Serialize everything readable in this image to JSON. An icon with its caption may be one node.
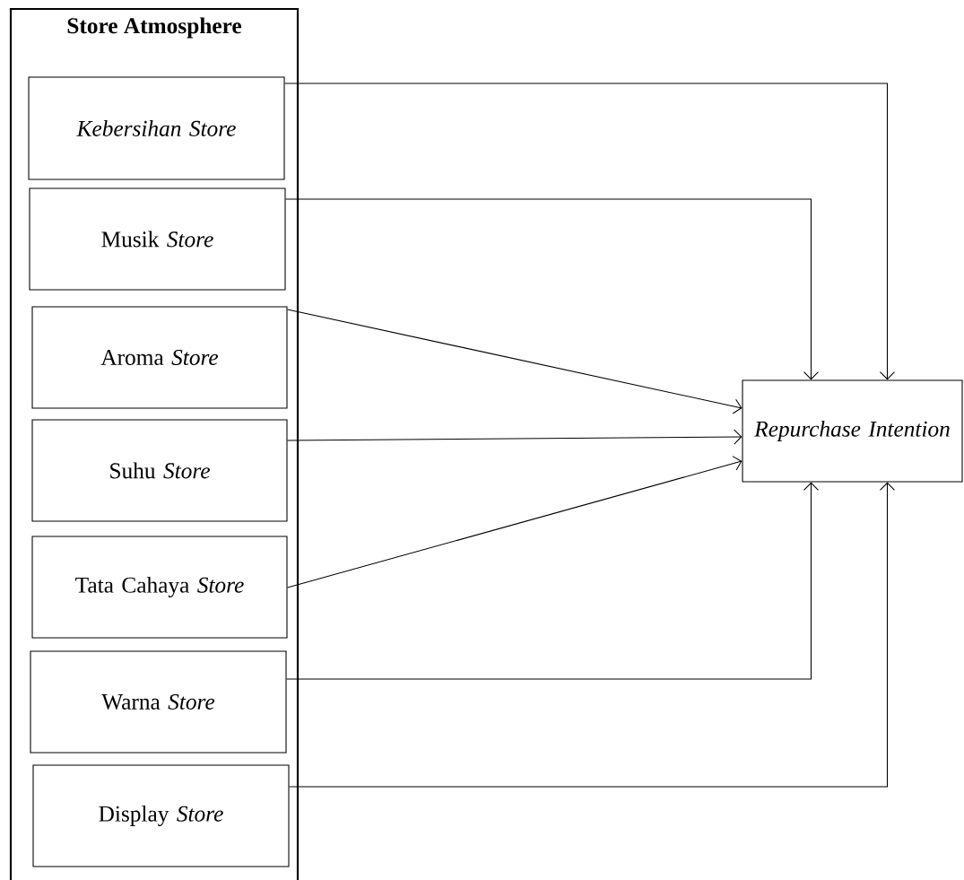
{
  "diagram": {
    "nodes": [
      {
        "text": [
          "Store Atmosphere"
        ]
      },
      {
        "text": [
          "Kebersihan Store"
        ],
        "in": 0
      },
      {
        "text": [
          "Musik *Store*"
        ],
        "in": 0
      },
      {
        "text": [
          "Aroma *Store*"
        ],
        "in": 0
      },
      {
        "text": [
          "Suhu *Store*"
        ],
        "in": 0
      },
      {
        "text": [
          "Tata Cahaya *Store*"
        ],
        "in": 0
      },
      {
        "text": [
          "Warna *Store*"
        ],
        "in": 0
      },
      {
        "text": [
          "Display *Store*"
        ],
        "in": 0
      },
      {
        "text": [
          "Repurchase Intention"
        ]
      }
    ],
    "edges": [
      {
        "from": 1,
        "to": 8,
        "arrow": "to"
      },
      {
        "from": 2,
        "to": 8,
        "arrow": "to"
      },
      {
        "from": 3,
        "to": 8,
        "arrow": "to"
      },
      {
        "from": 4,
        "to": 8,
        "arrow": "to"
      },
      {
        "from": 5,
        "to": 8,
        "arrow": "to"
      },
      {
        "from": 6,
        "to": 8,
        "arrow": "to"
      },
      {
        "from": 7,
        "to": 8,
        "arrow": "to"
      }
    ]
  }
}
